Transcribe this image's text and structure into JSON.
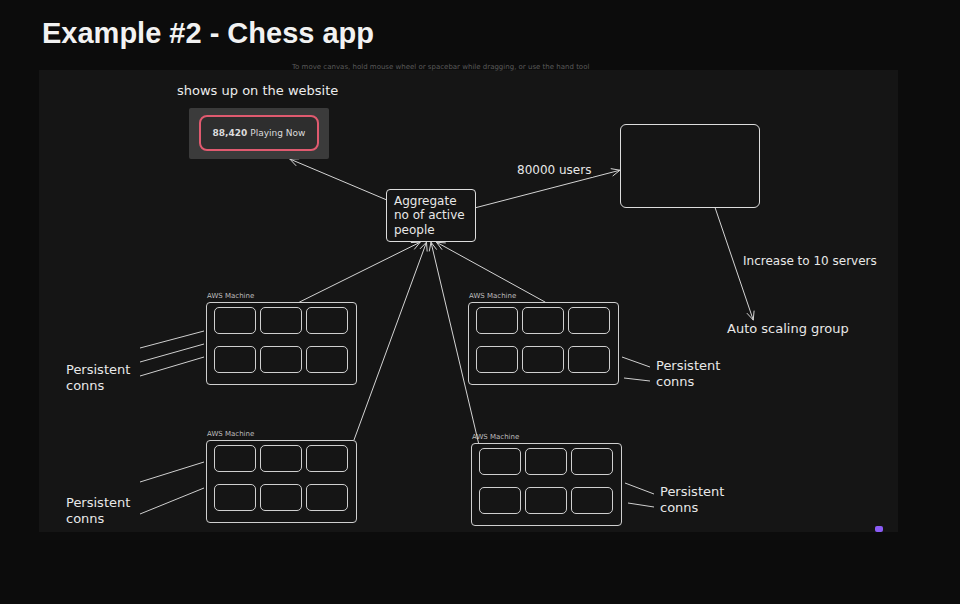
{
  "diagram": {
    "title": "Example #2 - Chess app",
    "nodes": [
      {
        "text": [
          "shows up on the website",
          "88,420",
          "Playing Now"
        ]
      },
      {
        "text": [
          "Aggregate no of active people"
        ]
      },
      {
        "text": []
      },
      {
        "text": [
          "Auto scaling group"
        ]
      },
      {
        "text": [
          "AWS Machine"
        ]
      },
      {
        "text": [
          "AWS Machine"
        ]
      },
      {
        "text": [
          "AWS Machine"
        ]
      },
      {
        "text": [
          "AWS Machine"
        ]
      }
    ],
    "edges": [
      {
        "from": 1,
        "to": 0,
        "arrow": "to"
      },
      {
        "from": 1,
        "to": 2,
        "label": "80000 users",
        "arrow": "to"
      },
      {
        "from": 2,
        "to": 3,
        "label": "Increase to 10 servers",
        "arrow": "to"
      },
      {
        "from": 4,
        "to": 1,
        "arrow": "to"
      },
      {
        "from": 5,
        "to": 1,
        "arrow": "to"
      },
      {
        "from": 6,
        "to": 1,
        "arrow": "to"
      },
      {
        "from": 7,
        "to": 1,
        "arrow": "to"
      }
    ],
    "labels": [
      "To move canvas, hold mouse wheel or spacebar while dragging, or use the hand tool",
      "Persistent conns",
      "Persistent conns",
      "Persistent conns",
      "Persistent conns"
    ]
  }
}
